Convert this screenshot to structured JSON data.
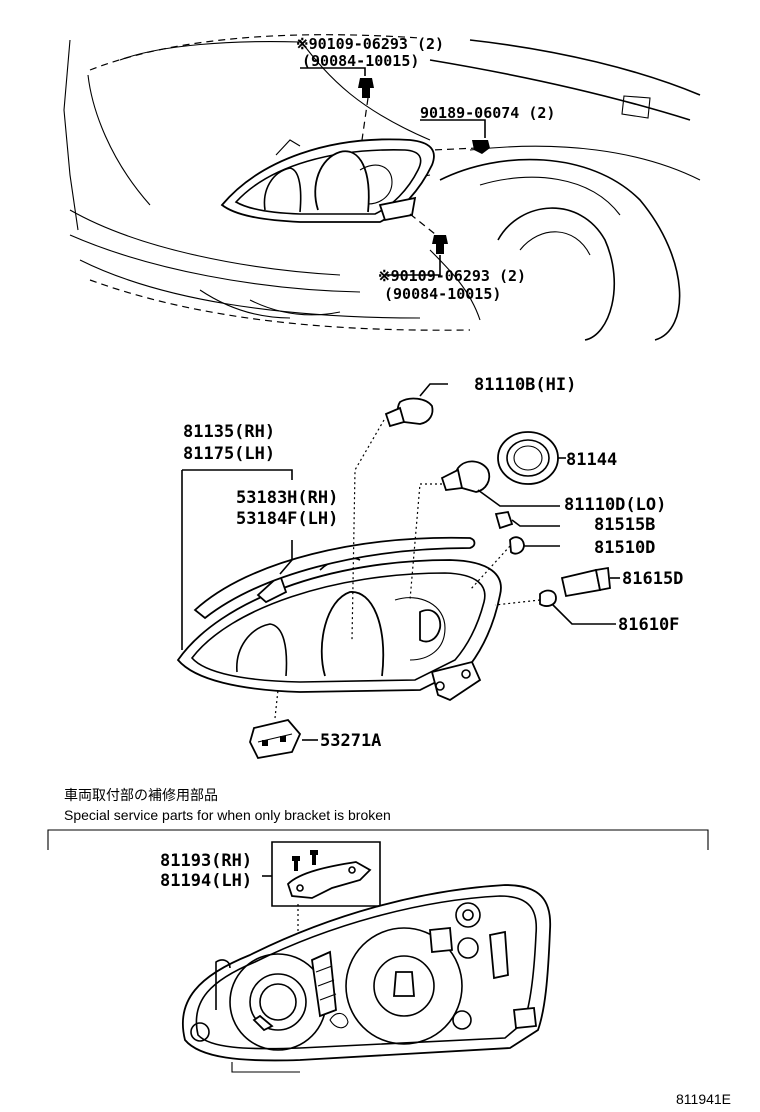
{
  "top_assembly": {
    "bolt_upper": {
      "number": "※90109-06293 (2)",
      "alt": "(90084-10015)"
    },
    "nut": {
      "number": "90189-06074 (2)"
    },
    "bolt_lower": {
      "number": "※90109-06293 (2)",
      "alt": "(90084-10015)"
    }
  },
  "parts": {
    "bulb_hi": "81110B(HI)",
    "unit_rh": "81135(RH)",
    "unit_lh": "81175(LH)",
    "retainer": "81144",
    "bulb_lo": "81110D(LO)",
    "trim_rh": "53183H(RH)",
    "trim_lh": "53184F(LH)",
    "socket_1": "81515B",
    "bulb_1": "81510D",
    "socket_2": "81615D",
    "bulb_2": "81610F",
    "clip": "53271A"
  },
  "service": {
    "note_jp": "車両取付部の補修用部品",
    "note_en": "Special  service  parts  for  when  only  bracket  is  broken",
    "bracket_rh": "81193(RH)",
    "bracket_lh": "81194(LH)"
  },
  "figure_id": "811941E"
}
